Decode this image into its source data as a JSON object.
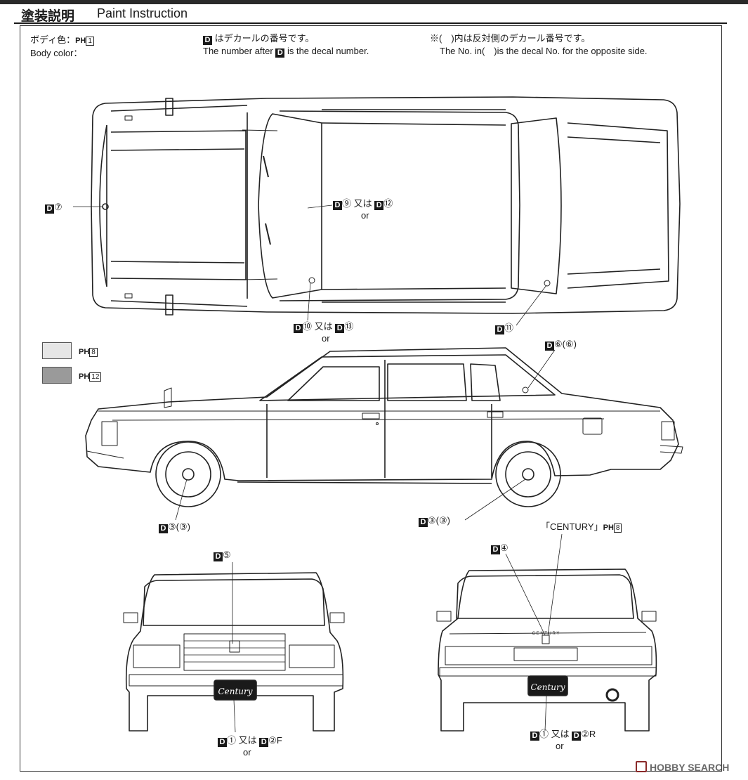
{
  "header": {
    "title_jp": "塗装説明",
    "title_en": "Paint Instruction"
  },
  "legend": {
    "body_color_jp": "ボディ色：",
    "body_color_en": "Body color：",
    "body_color_ph": "1",
    "decal_note_jp": "はデカールの番号です。",
    "decal_note_en_pre": "The number after",
    "decal_note_en_post": "is the decal number.",
    "opposite_note_jp": "※(　)内は反対側のデカール番号です。",
    "opposite_note_en": "The No. in(　)is the decal No. for the opposite side."
  },
  "decal_mark": "D",
  "ph_mark": "PH",
  "swatches": [
    {
      "number": "8",
      "color": "#e6e6e6"
    },
    {
      "number": "12",
      "color": "#9a9a9a"
    }
  ],
  "callouts": {
    "top_hood": "⑦",
    "top_roof": "⑨",
    "top_roof_alt": "⑫",
    "top_front_glass": "⑩",
    "top_front_glass_alt": "⑬",
    "top_rear_glass": "⑪",
    "side_c_pillar": "⑥(⑥)",
    "side_front_wheel": "③(③)",
    "side_rear_wheel": "③(③)",
    "front_emblem": "⑤",
    "front_plate": "①",
    "front_plate_alt": "②F",
    "rear_emblem": "④",
    "rear_lettering": "「CENTURY」",
    "rear_lettering_ph": "8",
    "rear_plate": "①",
    "rear_plate_alt": "②R",
    "or_jp": "又は",
    "or_en": "or"
  },
  "plate_text": "Century",
  "rear_trunk_lettering": "C E N T U R Y",
  "watermark": "HOBBY SEARCH"
}
